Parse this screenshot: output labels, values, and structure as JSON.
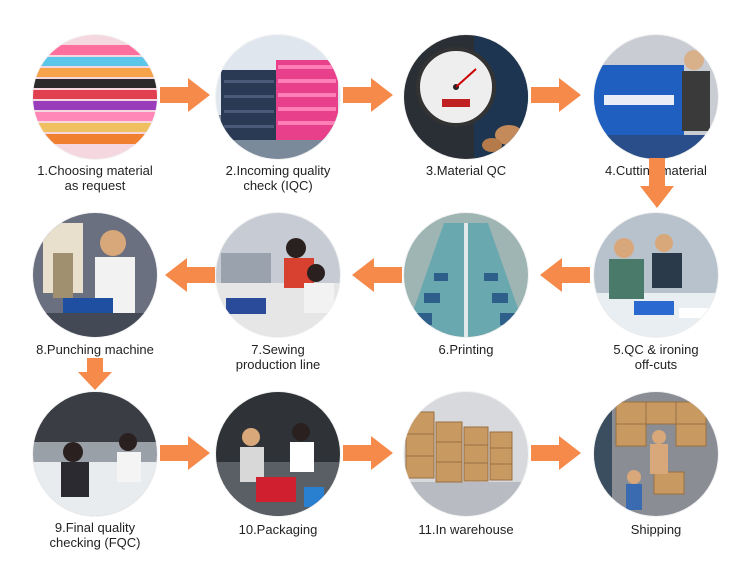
{
  "colors": {
    "arrow": "#f58a4b",
    "text": "#222222",
    "background": "#ffffff"
  },
  "steps": [
    {
      "label": "1.Choosing material\nas request",
      "icon": "fabric-rolls-photo"
    },
    {
      "label": "2.Incoming quality\ncheck (IQC)",
      "icon": "fabric-bolts-photo"
    },
    {
      "label": "3.Material QC",
      "icon": "thickness-gauge-photo"
    },
    {
      "label": "4.Cutting material",
      "icon": "cutting-press-photo"
    },
    {
      "label": "5.QC & ironing\noff-cuts",
      "icon": "ironing-workers-photo"
    },
    {
      "label": "6.Printing",
      "icon": "printing-table-photo"
    },
    {
      "label": "7.Sewing\nproduction line",
      "icon": "sewing-line-photo"
    },
    {
      "label": "8.Punching machine",
      "icon": "punching-machine-photo"
    },
    {
      "label": "9.Final quality\nchecking (FQC)",
      "icon": "final-inspection-photo"
    },
    {
      "label": "10.Packaging",
      "icon": "packaging-photo"
    },
    {
      "label": "11.In warehouse",
      "icon": "warehouse-boxes-photo"
    },
    {
      "label": "Shipping",
      "icon": "shipping-container-photo"
    }
  ]
}
